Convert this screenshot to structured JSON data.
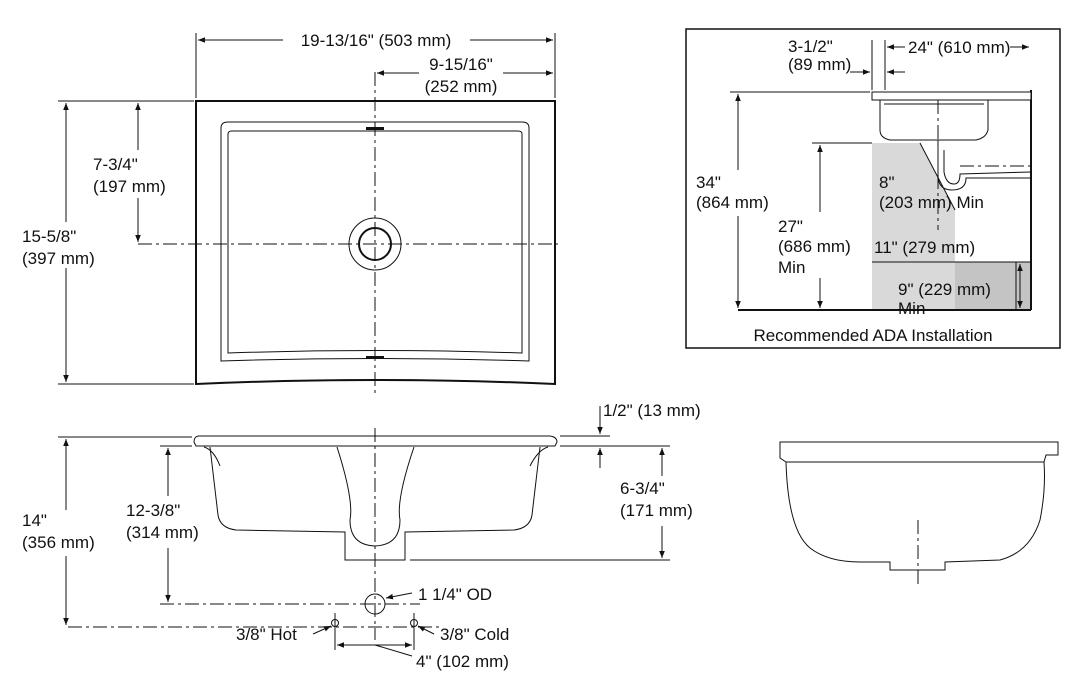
{
  "top_view": {
    "width": "19-13/16\" (503 mm)",
    "half_width_line1": "9-15/16\"",
    "half_width_line2": "(252 mm)",
    "drain_offset_line1": "7-3/4\"",
    "drain_offset_line2": "(197 mm)",
    "depth_line1": "15-5/8\"",
    "depth_line2": "(397 mm)"
  },
  "ada_inset": {
    "caption": "Recommended ADA Installation",
    "setback_line1": "3-1/2\"",
    "setback_line2": "(89 mm)",
    "clear_width": "24\" (610 mm)",
    "rim_height_line1": "34\"",
    "rim_height_line2": "(864 mm)",
    "knee_height_line1": "27\"",
    "knee_height_line2": "(686 mm)",
    "knee_height_line3": "Min",
    "knee_depth_line1": "8\"",
    "knee_depth_line2": "(203 mm) Min",
    "toe_depth": "11\" (279 mm)",
    "toe_height_line1": "9\" (229 mm)",
    "toe_height_line2": "Min"
  },
  "front_view": {
    "rim_thickness": "1/2\" (13 mm)",
    "bowl_depth_line1": "6-3/4\"",
    "bowl_depth_line2": "(171 mm)",
    "overall_height_line1": "14\"",
    "overall_height_line2": "(356 mm)",
    "drain_height_line1": "12-3/8\"",
    "drain_height_line2": "(314 mm)",
    "drain_od": "1 1/4\" OD",
    "hot_supply": "3/8\" Hot",
    "cold_supply": "3/8\" Cold",
    "supply_spacing": "4\" (102 mm)"
  },
  "colors": {
    "line": "#111111",
    "shading": "#d9d9d9",
    "shading_dark": "#c4c4c4"
  }
}
